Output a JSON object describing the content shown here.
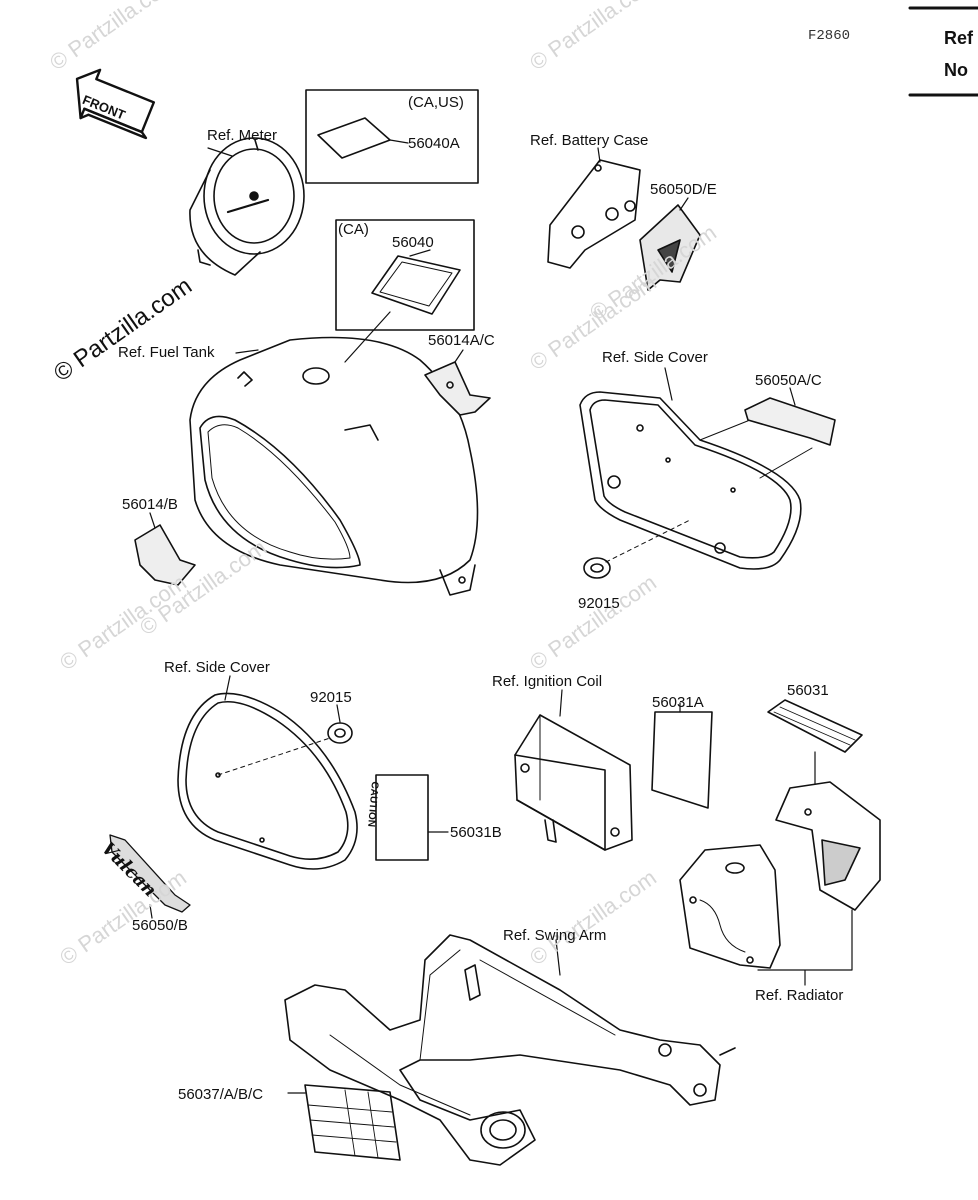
{
  "diagram_code": "F2860",
  "ref_box": {
    "line1": "Ref",
    "line2": "No"
  },
  "front_arrow": "FRONT",
  "watermark": "© Partzilla.com",
  "labels": {
    "ref_meter": "Ref. Meter",
    "ca_us": "(CA,US)",
    "p56040A": "56040A",
    "ca": "(CA)",
    "p56040": "56040",
    "ref_battery_case": "Ref. Battery Case",
    "p56050DE": "56050D/E",
    "ref_fuel_tank": "Ref. Fuel Tank",
    "p56014AC": "56014A/C",
    "ref_side_cover_1": "Ref. Side Cover",
    "p56050AC": "56050A/C",
    "p56014B": "56014/B",
    "p92015_a": "92015",
    "ref_side_cover_2": "Ref. Side Cover",
    "p92015_b": "92015",
    "ref_ignition_coil": "Ref. Ignition Coil",
    "p56031A": "56031A",
    "p56031": "56031",
    "p56031B": "56031B",
    "caution": "CAUTION",
    "vulcan": "Vulcan",
    "p56050B": "56050/B",
    "ref_swing_arm": "Ref. Swing Arm",
    "ref_radiator": "Ref. Radiator",
    "p56037": "56037/A/B/C"
  }
}
